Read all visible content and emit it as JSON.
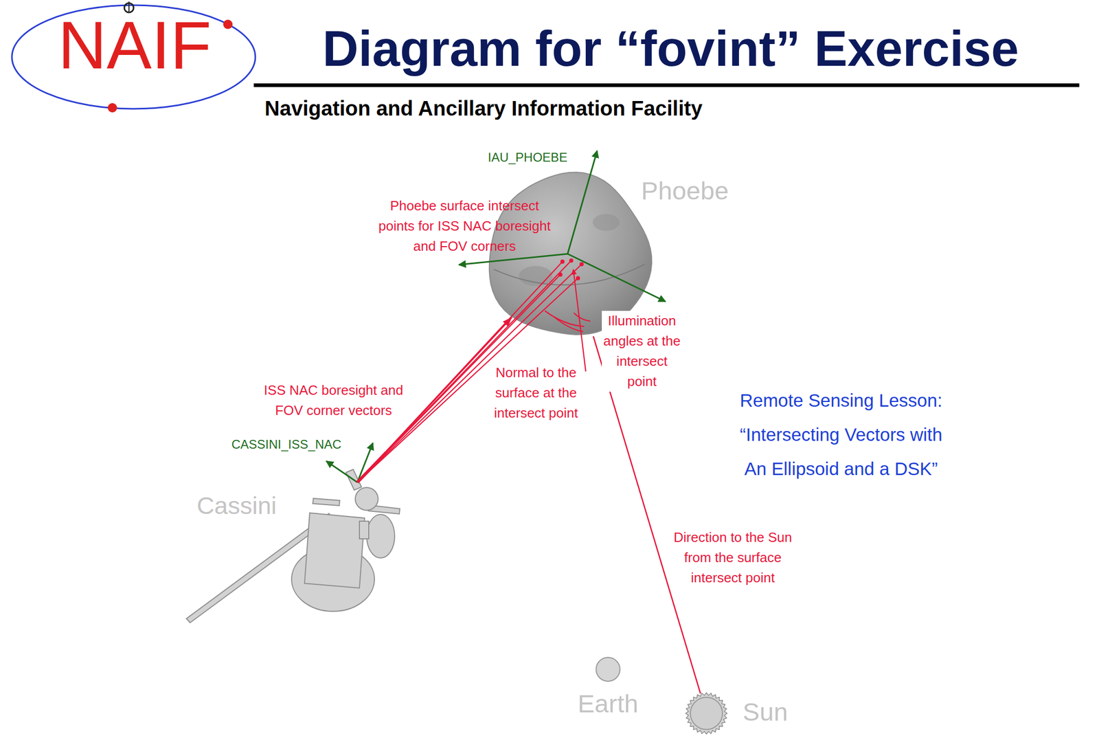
{
  "diagram": {
    "title": "Diagram for “fovint” Exercise",
    "nodes": [
      {
        "text": [
          "Phoebe"
        ]
      },
      {
        "text": [
          "Cassini"
        ]
      },
      {
        "text": [
          "Earth"
        ]
      },
      {
        "text": [
          "Sun"
        ]
      }
    ],
    "edges": [
      {
        "from": 1,
        "to": 0,
        "arrow": "to",
        "label": "ISS NAC boresight and FOV corner vectors"
      },
      {
        "from": 0,
        "to": 3,
        "arrow": "none",
        "label": "Direction to the Sun from the surface intersect point"
      }
    ],
    "labels": [
      "NAIF",
      "Navigation and Ancillary Information Facility",
      "IAU_PHOEBE",
      "Phoebe surface intersect points for ISS NAC boresight and FOV corners",
      "Illumination angles at the intersect point",
      "Normal to the surface at the intersect point",
      "CASSINI_ISS_NAC",
      "Remote Sensing Lesson: “Intersecting Vectors with An Ellipsoid and a DSK”"
    ]
  }
}
